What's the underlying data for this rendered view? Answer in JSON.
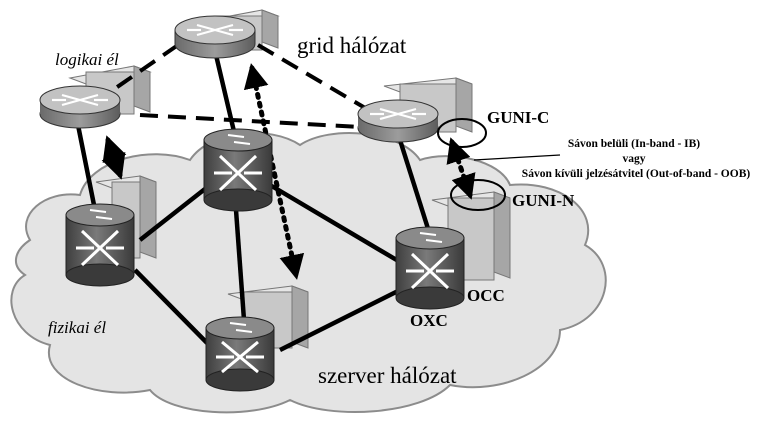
{
  "labels": {
    "grid": "grid hálózat",
    "logical_edge": "logikai él",
    "physical_edge": "fizikai él",
    "server_network": "szerver hálózat",
    "guni_c": "GUNI-C",
    "guni_n": "GUNI-N",
    "oxc": "OXC",
    "occ": "OCC",
    "signaling_line1": "Sávon belüli (In-band - IB)",
    "signaling_line2": "vagy",
    "signaling_line3": "Sávon kívüli jelzésátvitel (Out-of-band - OOB)"
  },
  "colors": {
    "cloud_fill": "#e4e4e4",
    "cloud_stroke": "#8c8c8c",
    "box_front": "#c8c8c8",
    "box_top": "#e6e6e6",
    "box_side": "#a6a6a6",
    "device_dark": "#5a5a5a",
    "device_top": "#8a8a8a",
    "link": "#000000"
  },
  "icons": {
    "grid_router": "router-icon",
    "optical_switch": "optical-cross-connect-icon",
    "control_box": "control-box-icon"
  }
}
